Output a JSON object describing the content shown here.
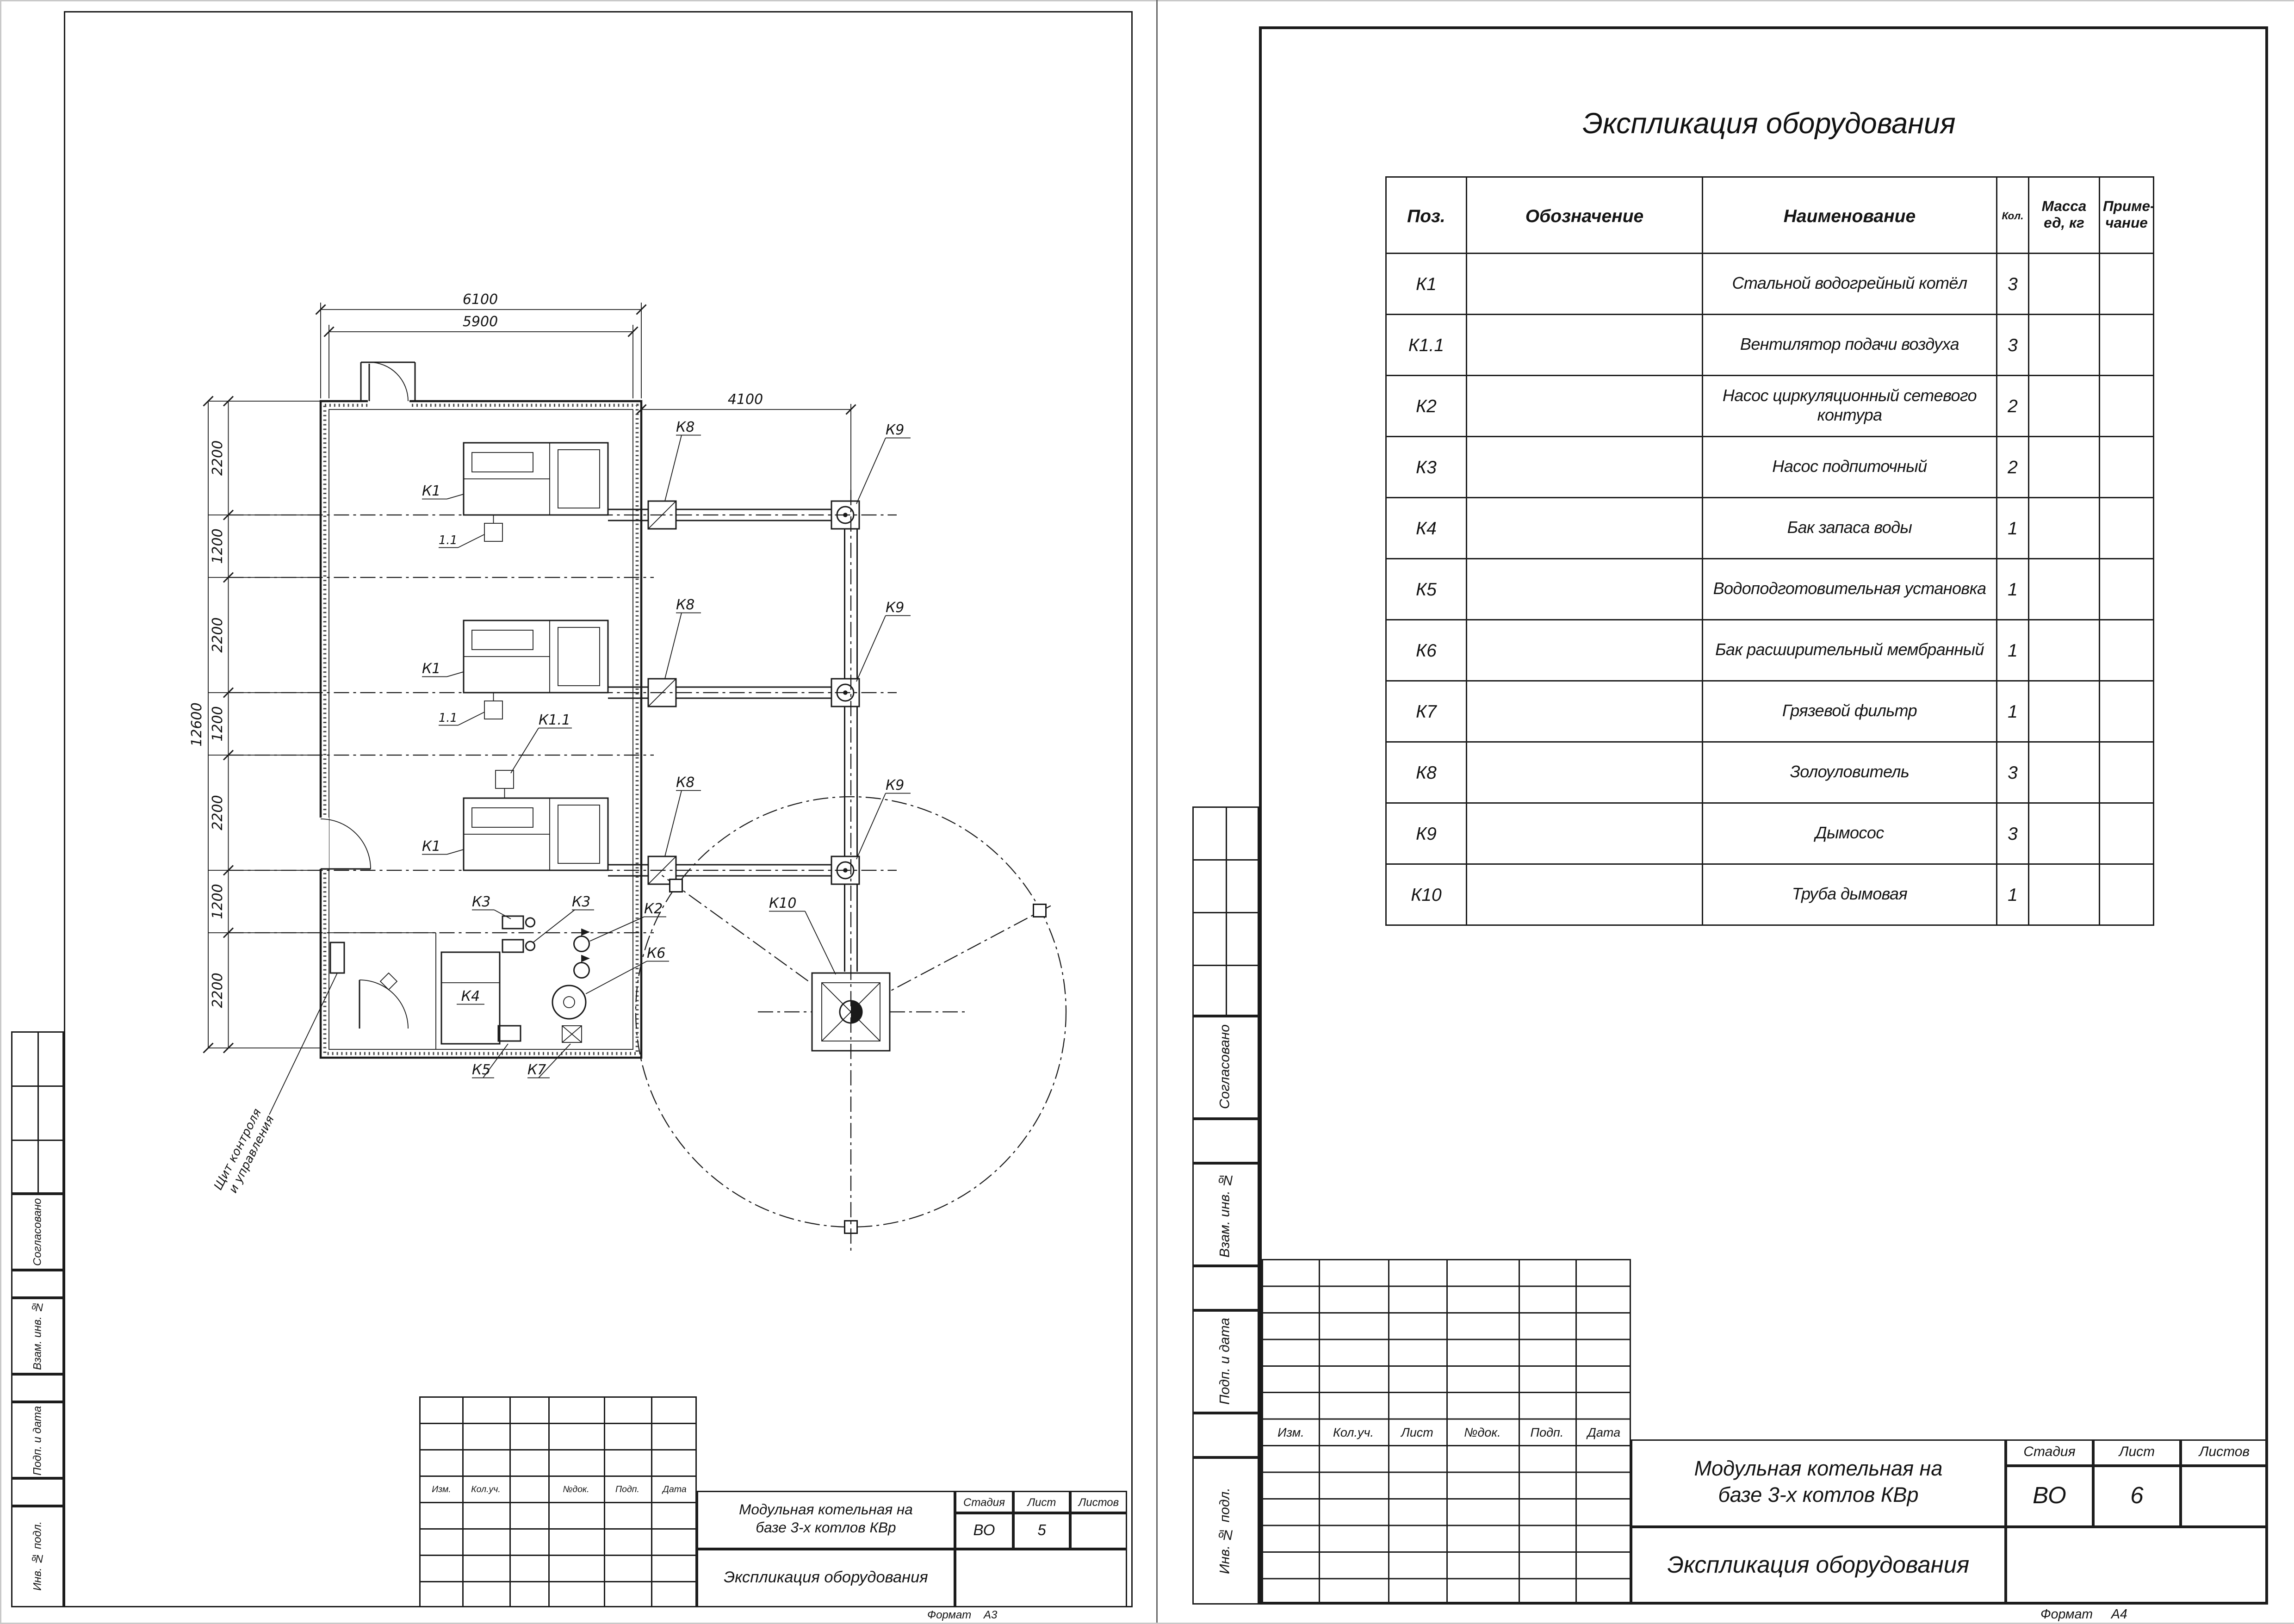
{
  "spec": {
    "title": "Экспликация оборудования",
    "headers": {
      "pos": "Поз.",
      "designation": "Обозначение",
      "name": "Наименование",
      "qty": "Кол.",
      "mass": "Масса\nед, кг",
      "note": "Приме-\nчание"
    },
    "rows": [
      {
        "pos": "К1",
        "designation": "",
        "name": "Стальной водогрейный котёл",
        "qty": "3",
        "mass": "",
        "note": ""
      },
      {
        "pos": "К1.1",
        "designation": "",
        "name": "Вентилятор подачи воздуха",
        "qty": "3",
        "mass": "",
        "note": ""
      },
      {
        "pos": "К2",
        "designation": "",
        "name": "Насос циркуляционный сетевого контура",
        "qty": "2",
        "mass": "",
        "note": ""
      },
      {
        "pos": "К3",
        "designation": "",
        "name": "Насос подпиточный",
        "qty": "2",
        "mass": "",
        "note": ""
      },
      {
        "pos": "К4",
        "designation": "",
        "name": "Бак запаса воды",
        "qty": "1",
        "mass": "",
        "note": ""
      },
      {
        "pos": "К5",
        "designation": "",
        "name": "Водоподготовительная установка",
        "qty": "1",
        "mass": "",
        "note": ""
      },
      {
        "pos": "К6",
        "designation": "",
        "name": "Бак расширительный мембранный",
        "qty": "1",
        "mass": "",
        "note": ""
      },
      {
        "pos": "К7",
        "designation": "",
        "name": "Грязевой фильтр",
        "qty": "1",
        "mass": "",
        "note": ""
      },
      {
        "pos": "К8",
        "designation": "",
        "name": "Золоуловитель",
        "qty": "3",
        "mass": "",
        "note": ""
      },
      {
        "pos": "К9",
        "designation": "",
        "name": "Дымосос",
        "qty": "3",
        "mass": "",
        "note": ""
      },
      {
        "pos": "К10",
        "designation": "",
        "name": "Труба дымовая",
        "qty": "1",
        "mass": "",
        "note": ""
      }
    ]
  },
  "stamp": {
    "project": "Модульная котельная на\nбазе 3-х котлов КВр",
    "doc": "Экспликация оборудования",
    "stage_label": "Стадия",
    "sheet_label": "Лист",
    "sheets_label": "Листов",
    "stage": "ВО",
    "sheet_a3": "5",
    "sheet_a4": "6",
    "rev_labels": [
      "Изм.",
      "Кол.уч.",
      "Лист",
      "№док.",
      "Подп.",
      "Дата"
    ],
    "format_label": "Формат",
    "format_a3": "А3",
    "format_a4": "А4"
  },
  "strip_labels": [
    "Согласовано",
    "Взам. инв. №",
    "Подп. и дата",
    "Инв. № подл."
  ],
  "plan": {
    "dims": {
      "d6100": "6100",
      "d5900": "5900",
      "d4100": "4100",
      "d12600": "12600",
      "chain": [
        "2200",
        "1200",
        "2200",
        "1200",
        "2200",
        "1200",
        "2200"
      ]
    },
    "labels": {
      "k1": "К1",
      "k11": "К1.1",
      "fan": "1.1",
      "k2": "К2",
      "k3": "К3",
      "k4": "К4",
      "k5": "К5",
      "k6": "К6",
      "k7": "К7",
      "k8": "К8",
      "k9": "К9",
      "k10": "К10"
    },
    "panel": {
      "line1": "Щит контроля",
      "line2": "и управления"
    }
  }
}
